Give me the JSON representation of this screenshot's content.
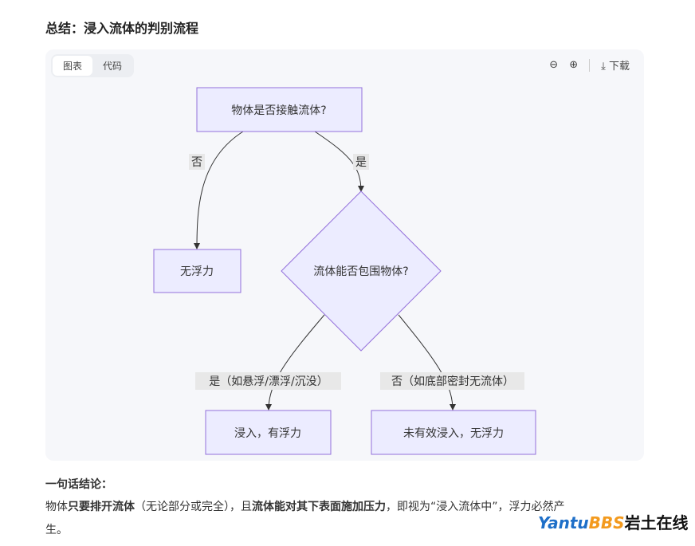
{
  "title": "总结：浸入流体的判别流程",
  "tabs": [
    "图表",
    "代码"
  ],
  "toolbar": {
    "download": "下载"
  },
  "diagram": {
    "n1": "物体是否接触流体?",
    "n2": "无浮力",
    "n3": "流体能否包围物体?",
    "n4": "浸入，有浮力",
    "n5": "未有效浸入，无浮力",
    "e_no": "否",
    "e_yes": "是",
    "e_yes2": "是（如悬浮/漂浮/沉没）",
    "e_no2": "否（如底部密封无流体）"
  },
  "conclusion": {
    "heading": "一句话结论：",
    "p1": "物体",
    "b1": "只要排开流体",
    "p2": "（无论部分或完全），且",
    "b2": "流体能对其下表面施加压力",
    "p3": "，即视为“浸入流体中”，浮力必然产",
    "p4": "生。"
  },
  "watermark": {
    "a": "Yantu",
    "b": "BBS",
    "c": "岩土在线"
  }
}
